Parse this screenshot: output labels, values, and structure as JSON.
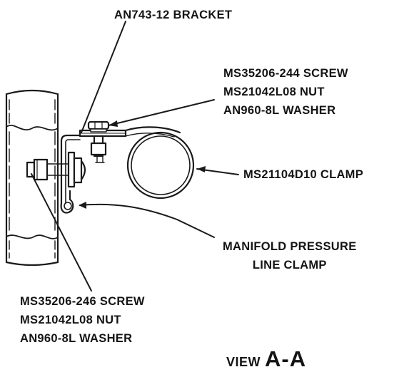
{
  "labels": {
    "bracket": "AN743-12 BRACKET",
    "top_hardware": [
      "MS35206-244 SCREW",
      "MS21042L08 NUT",
      "AN960-8L WASHER"
    ],
    "clamp": "MS21104D10 CLAMP",
    "manifold": [
      "MANIFOLD PRESSURE",
      "LINE CLAMP"
    ],
    "bottom_hardware": [
      "MS35206-246 SCREW",
      "MS21042L08 NUT",
      "AN960-8L WASHER"
    ]
  },
  "view": {
    "prefix": "VIEW",
    "name": "A-A"
  }
}
